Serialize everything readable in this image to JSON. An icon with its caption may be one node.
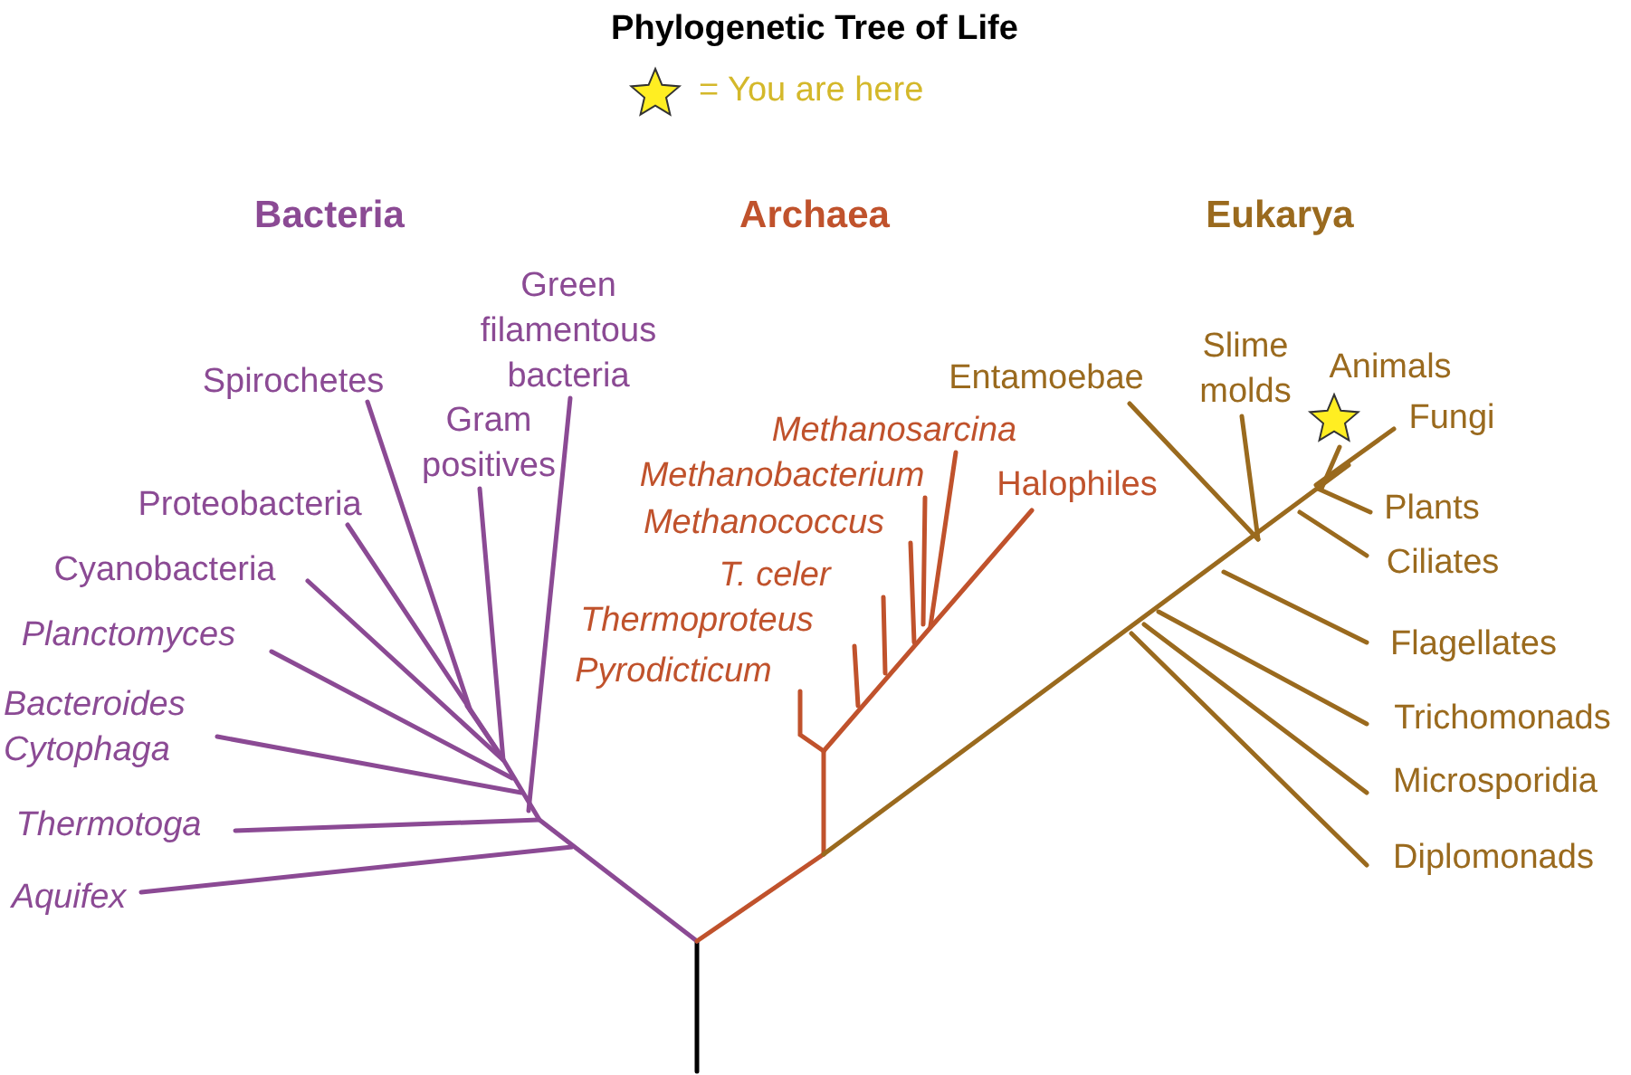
{
  "diagram": {
    "title": "Phylogenetic Tree of Life",
    "labels": [
      "Bacteria",
      "Archaea",
      "Eukarya",
      "Green filamentous bacteria",
      "Spirochetes",
      "Gram positives",
      "Proteobacteria",
      "Cyanobacteria",
      "Planctomyces",
      "Bacteroides Cytophaga",
      "Thermotoga",
      "Aquifex",
      "Methanosarcina",
      "Methanobacterium",
      "Methanococcus",
      "Halophiles",
      "T. celer",
      "Thermoproteus",
      "Pyrodicticum",
      "Entamoebae",
      "Slime molds",
      "Animals",
      "Fungi",
      "Plants",
      "Ciliates",
      "Flagellates",
      "Trichomonads",
      "Microsporidia",
      "Diplomonads"
    ],
    "legend": [
      {
        "text": "= You are here"
      }
    ]
  }
}
